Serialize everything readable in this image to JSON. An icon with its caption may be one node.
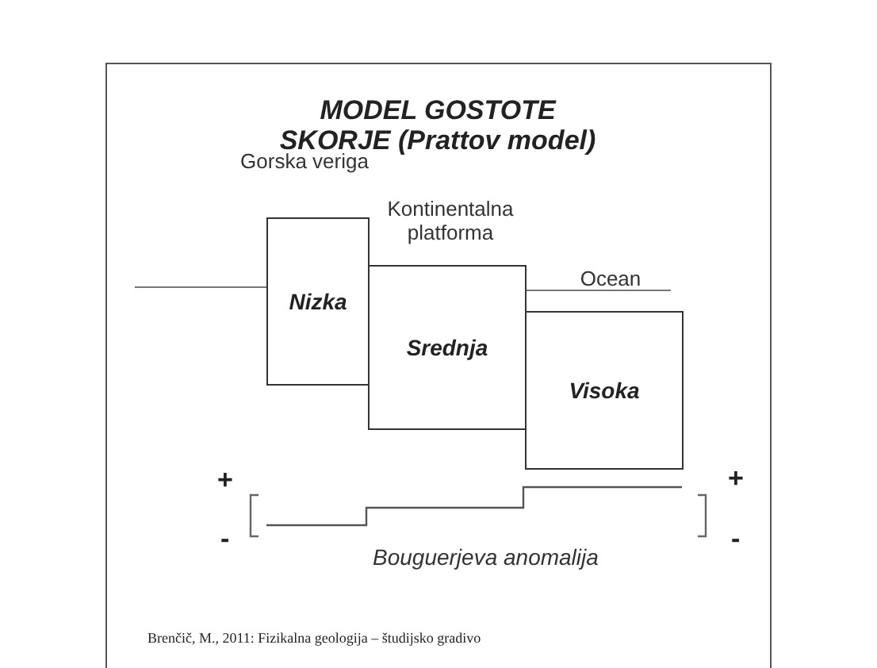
{
  "diagram": {
    "title": "MODEL GOSTOTE SKORJE (Prattov model)",
    "caption": "Brenčič, M., 2011: Fizikalna geologija – študijsko gradivo",
    "nodes": [
      {
        "text": [
          "Nizka"
        ],
        "beside": [
          "Gorska veriga"
        ]
      },
      {
        "text": [
          "Srednja"
        ],
        "beside": [
          "Kontinentalna platforma"
        ]
      },
      {
        "text": [
          "Visoka"
        ],
        "beside": [
          "Ocean"
        ]
      }
    ],
    "labels": [
      "+",
      "-",
      "+",
      "-",
      "Bouguerjeva anomalija"
    ]
  }
}
